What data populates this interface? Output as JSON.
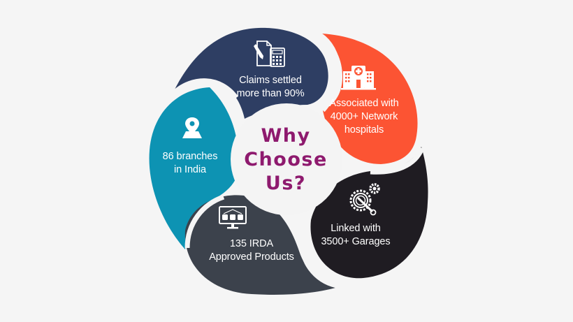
{
  "diagram": {
    "title_lines": [
      "Why",
      "Choose",
      "Us?"
    ],
    "colors": {
      "background": "#f5f5f5",
      "center": "#f4f4f4",
      "title": "#8e1a6e",
      "claims": "#2e3e63",
      "hospitals": "#fc5433",
      "garages": "#1f1c22",
      "products": "#3c424c",
      "branches": "#0d93b3"
    },
    "segments": [
      {
        "id": "claims",
        "icon": "document-calculator-icon",
        "lines": [
          "Claims settled",
          "more than 90%"
        ],
        "color": "#2e3e63"
      },
      {
        "id": "hospitals",
        "icon": "hospital-icon",
        "lines": [
          "Associated with",
          "4000+ Network",
          "hospitals"
        ],
        "color": "#fc5433"
      },
      {
        "id": "garages",
        "icon": "gear-wrench-icon",
        "lines": [
          "Linked with",
          "3500+ Garages"
        ],
        "color": "#1f1c22"
      },
      {
        "id": "products",
        "icon": "monitor-products-icon",
        "lines": [
          "135 IRDA",
          "Approved Products"
        ],
        "color": "#3c424c"
      },
      {
        "id": "branches",
        "icon": "map-pin-icon",
        "lines": [
          "86 branches",
          "in India"
        ],
        "color": "#0d93b3"
      }
    ]
  }
}
